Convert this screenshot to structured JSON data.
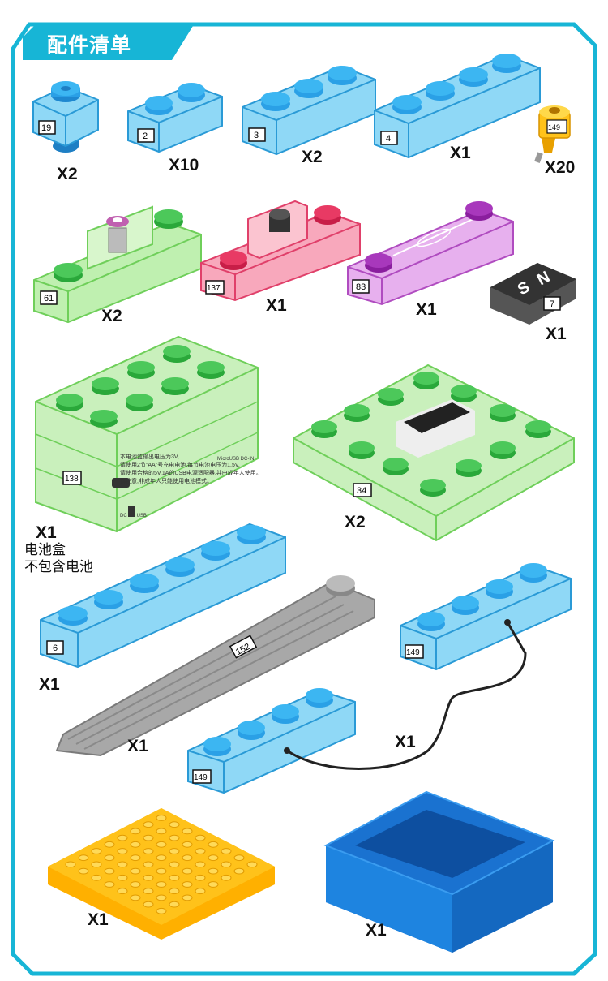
{
  "header": {
    "title": "配件清单"
  },
  "colors": {
    "accent": "#17b5d6",
    "blue_brick": "#7fd0f2",
    "green_brick": "#9fe38c",
    "red_brick": "#f06a8a",
    "purple_brick": "#d57ae0",
    "yellow_plate": "#ffc21a",
    "tray": "#1468c8"
  },
  "parts": [
    {
      "id": "19",
      "qty": "X2",
      "icon": "1x1-blue-brick-icon"
    },
    {
      "id": "2",
      "qty": "X10",
      "icon": "1x2-blue-brick-icon"
    },
    {
      "id": "3",
      "qty": "X2",
      "icon": "1x3-blue-brick-icon"
    },
    {
      "id": "4",
      "qty": "X1",
      "icon": "1x4-blue-brick-icon"
    },
    {
      "id": "149",
      "qty": "X20",
      "icon": "yellow-pin-icon"
    },
    {
      "id": "61",
      "qty": "X2",
      "icon": "green-switch-brick-icon"
    },
    {
      "id": "137",
      "qty": "X1",
      "icon": "red-buzzer-brick-icon"
    },
    {
      "id": "83",
      "qty": "X1",
      "icon": "purple-reed-brick-icon"
    },
    {
      "id": "7",
      "qty": "X1",
      "icon": "magnet-block-icon"
    },
    {
      "id": "138",
      "qty": "X1",
      "icon": "battery-box-icon",
      "label_lines": [
        "本电池盒输出电压为3V,",
        "请使用2节\"AA\"号充电电池,每节电池电压为1.5V,",
        "请使用合格的5V,1A的USB电源适配器,并由成年人使用。",
        "请注意,非成年人只能使用电池模式。"
      ],
      "port_label": "MicroUSB DC-IN",
      "switch_label": "DC ⟷ USB",
      "note_line1": "电池盒",
      "note_line2": "不包含电池"
    },
    {
      "id": "34",
      "qty": "X2",
      "icon": "display-plate-icon"
    },
    {
      "id": "6",
      "qty": "X1",
      "icon": "1x6-blue-brick-icon"
    },
    {
      "id": "152",
      "qty": "X1",
      "icon": "brick-separator-tool-icon"
    },
    {
      "id": "149",
      "qty": "X1",
      "icon": "wired-blue-brick-pair-icon"
    },
    {
      "id": "",
      "qty": "X1",
      "icon": "yellow-base-plate-icon"
    },
    {
      "id": "",
      "qty": "X1",
      "icon": "blue-storage-tray-icon"
    }
  ]
}
